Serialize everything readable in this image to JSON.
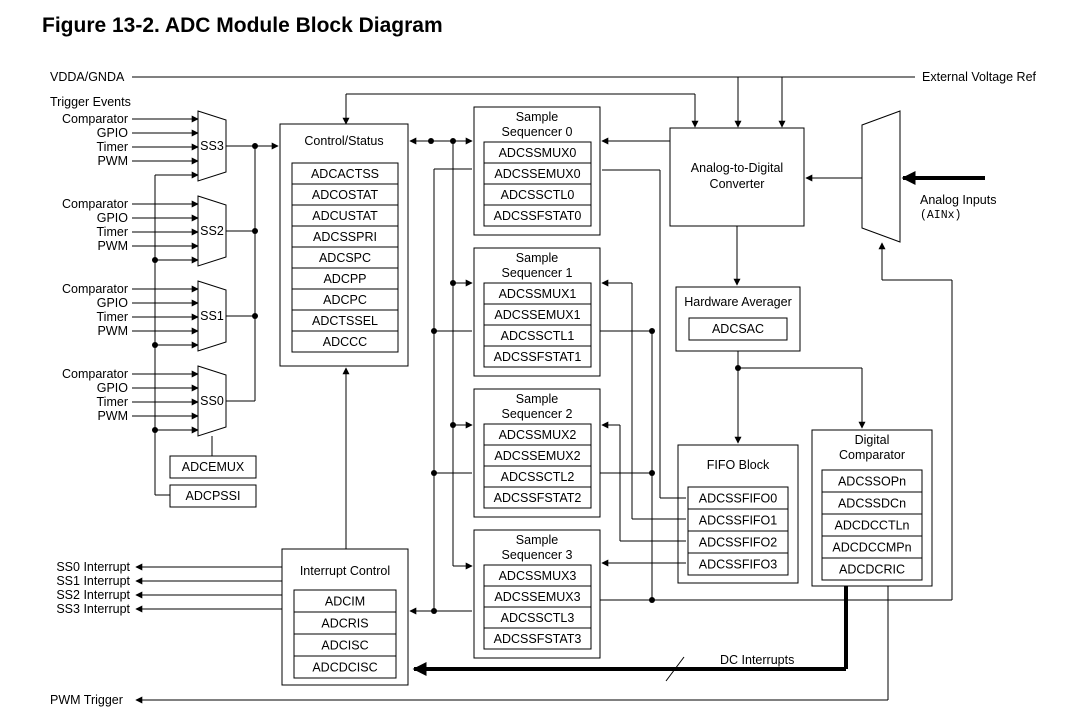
{
  "title": "Figure 13-2. ADC Module Block Diagram",
  "signals": {
    "vdda": "VDDA/GNDA",
    "ext_ref": "External Voltage Ref",
    "trigger_events": "Trigger Events",
    "analog_inputs": "Analog Inputs",
    "ainx": "(AINx)",
    "dc_interrupts": "DC Interrupts",
    "pwm_trigger": "PWM Trigger"
  },
  "trigger_inputs": [
    "Comparator",
    "GPIO",
    "Timer",
    "PWM"
  ],
  "muxes": [
    "SS3",
    "SS2",
    "SS1",
    "SS0"
  ],
  "mux_regs": [
    "ADCEMUX",
    "ADCPSSI"
  ],
  "control_status": {
    "title": "Control/Status",
    "registers": [
      "ADCACTSS",
      "ADCOSTAT",
      "ADCUSTAT",
      "ADCSSPRI",
      "ADCSPC",
      "ADCPP",
      "ADCPC",
      "ADCTSSEL",
      "ADCCC"
    ]
  },
  "sequencers": [
    {
      "title_line1": "Sample",
      "title_line2": "Sequencer 0",
      "registers": [
        "ADCSSMUX0",
        "ADCSSEMUX0",
        "ADCSSCTL0",
        "ADCSSFSTAT0"
      ]
    },
    {
      "title_line1": "Sample",
      "title_line2": "Sequencer 1",
      "registers": [
        "ADCSSMUX1",
        "ADCSSEMUX1",
        "ADCSSCTL1",
        "ADCSSFSTAT1"
      ]
    },
    {
      "title_line1": "Sample",
      "title_line2": "Sequencer 2",
      "registers": [
        "ADCSSMUX2",
        "ADCSSEMUX2",
        "ADCSSCTL2",
        "ADCSSFSTAT2"
      ]
    },
    {
      "title_line1": "Sample",
      "title_line2": "Sequencer 3",
      "registers": [
        "ADCSSMUX3",
        "ADCSSEMUX3",
        "ADCSSCTL3",
        "ADCSSFSTAT3"
      ]
    }
  ],
  "adc": {
    "line1": "Analog-to-Digital",
    "line2": "Converter"
  },
  "hw_avg": {
    "title": "Hardware Averager",
    "registers": [
      "ADCSAC"
    ]
  },
  "fifo": {
    "title": "FIFO Block",
    "registers": [
      "ADCSSFIFO0",
      "ADCSSFIFO1",
      "ADCSSFIFO2",
      "ADCSSFIFO3"
    ]
  },
  "digital_comparator": {
    "line1": "Digital",
    "line2": "Comparator",
    "registers": [
      "ADCSSOPn",
      "ADCSSDCn",
      "ADCDCCTLn",
      "ADCDCCMPn",
      "ADCDCRIC"
    ]
  },
  "interrupt_control": {
    "title": "Interrupt Control",
    "registers": [
      "ADCIM",
      "ADCRIS",
      "ADCISC",
      "ADCDCISC"
    ]
  },
  "interrupt_outputs": [
    "SS0 Interrupt",
    "SS1 Interrupt",
    "SS2 Interrupt",
    "SS3 Interrupt"
  ]
}
